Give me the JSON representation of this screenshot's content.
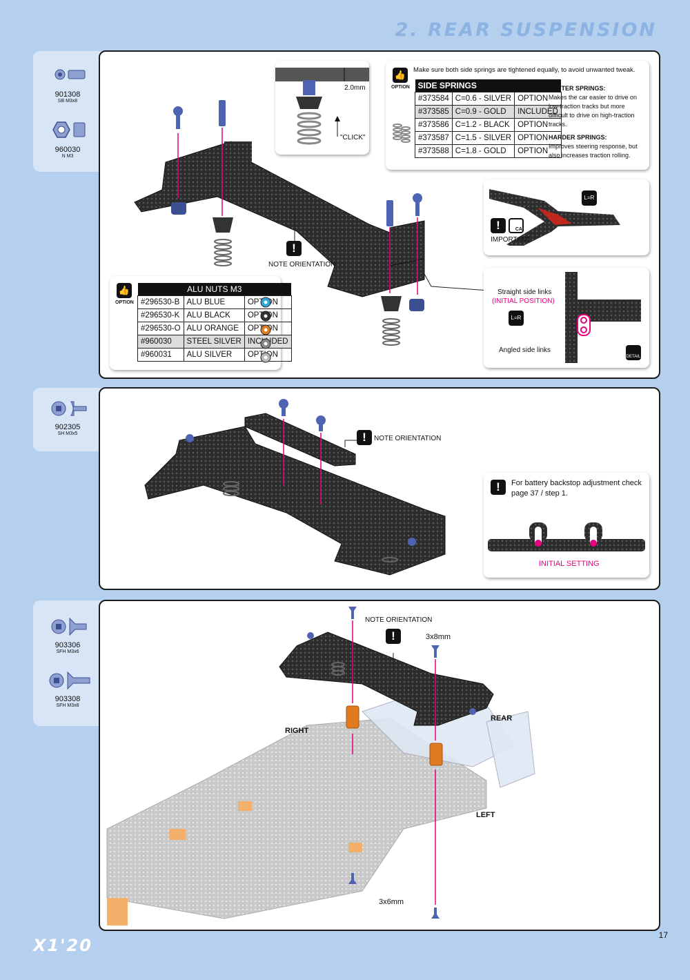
{
  "header": {
    "title": "2. REAR SUSPENSION"
  },
  "parts": {
    "p901308": {
      "num": "901308",
      "desc": "SB M3x8"
    },
    "p960030": {
      "num": "960030",
      "desc": "N M3"
    },
    "p902305": {
      "num": "902305",
      "desc": "SH M3x5"
    },
    "p903306": {
      "num": "903306",
      "desc": "SFH M3x6"
    },
    "p903308": {
      "num": "903308",
      "desc": "SFH M3x8"
    }
  },
  "step1": {
    "gap": "2.0mm",
    "click": "\"CLICK\"",
    "note_orientation": "NOTE ORIENTATION",
    "springs": {
      "note": "Make sure both side springs are tightened equally, to avoid unwanted tweak.",
      "option": "OPTION",
      "header": "SIDE SPRINGS",
      "rows": [
        {
          "code": "#373584",
          "rate": "C=0.6 - SILVER",
          "status": "OPTION"
        },
        {
          "code": "#373585",
          "rate": "C=0.9 - GOLD",
          "status": "INCLUDED"
        },
        {
          "code": "#373586",
          "rate": "C=1.2 - BLACK",
          "status": "OPTION"
        },
        {
          "code": "#373587",
          "rate": "C=1.5 - SILVER",
          "status": "OPTION"
        },
        {
          "code": "#373588",
          "rate": "C=1.8 - GOLD",
          "status": "OPTION"
        }
      ],
      "softer_title": "SOFTER SPRINGS:",
      "softer_text": "Makes the car easier to drive on low-traction tracks but more difficult to drive on high-traction tracks.",
      "harder_title": "HARDER SPRINGS:",
      "harder_text": "Improves steering response, but also increases traction rolling."
    },
    "important": "IMPORTANT",
    "lr": "L=R",
    "ca": "CA",
    "links": {
      "straight": "Straight side links",
      "initial": "(INITIAL POSITION)",
      "angled": "Angled side links",
      "detail": "DETAIL"
    },
    "nuts": {
      "option": "OPTION",
      "header": "ALU NUTS M3",
      "rows": [
        {
          "code": "#296530-B",
          "name": "ALU BLUE",
          "status": "OPTION",
          "color": "#2fa8d8"
        },
        {
          "code": "#296530-K",
          "name": "ALU BLACK",
          "status": "OPTION",
          "color": "#333333"
        },
        {
          "code": "#296530-O",
          "name": "ALU ORANGE",
          "status": "OPTION",
          "color": "#e07b20"
        },
        {
          "code": "#960030",
          "name": "STEEL SILVER",
          "status": "INCLUDED",
          "color": "#888888"
        },
        {
          "code": "#960031",
          "name": "ALU SILVER",
          "status": "OPTION",
          "color": "#b8b8b8"
        }
      ]
    }
  },
  "step2": {
    "note_orientation": "NOTE ORIENTATION",
    "battery_note": "For battery backstop adjustment check page 37 / step 1.",
    "initial_setting": "INITIAL SETTING"
  },
  "step3": {
    "note_orientation": "NOTE ORIENTATION",
    "screw_top": "3x8mm",
    "screw_bottom": "3x6mm",
    "right": "RIGHT",
    "rear": "REAR",
    "left": "LEFT"
  },
  "footer": {
    "logo": "X1'20",
    "page": "17"
  },
  "colors": {
    "accent": "#e6007e",
    "background": "#b5cfee",
    "tab": "#d8e5f7",
    "blue_hw": "#5a6fb5",
    "orange_hw": "#e07b20"
  }
}
